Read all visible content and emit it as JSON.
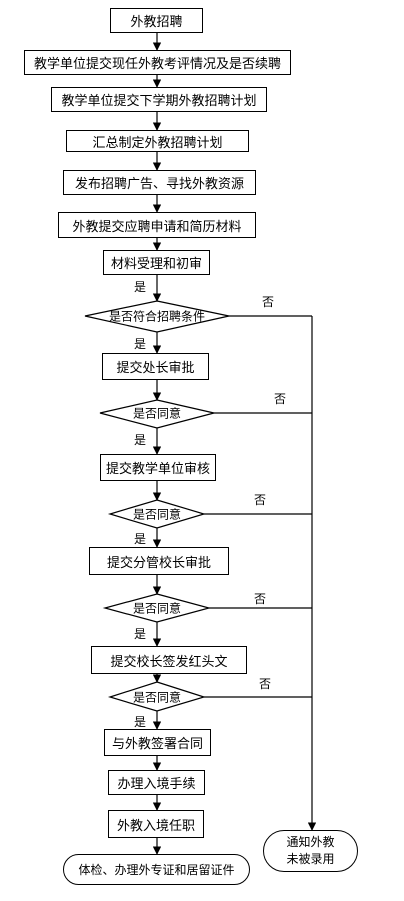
{
  "steps": [
    "外教招聘",
    "教学单位提交现任外教考评情况及是否续聘",
    "教学单位提交下学期外教招聘计划",
    "汇总制定外教招聘计划",
    "发布招聘广告、寻找外教资源",
    "外教提交应聘申请和简历材料",
    "材料受理和初审",
    "提交处长审批",
    "提交教学单位审核",
    "提交分管校长审批",
    "提交校长签发红头文",
    "与外教签署合同",
    "办理入境手续",
    "外教入境任职"
  ],
  "decisions": [
    "是否符合招聘条件",
    "是否同意",
    "是否同意",
    "是否同意",
    "是否同意"
  ],
  "yes_label": "是",
  "no_label": "否",
  "terminal_end": "体检、办理外专证和居留证件",
  "terminal_reject": "通知外教\n未被录用"
}
